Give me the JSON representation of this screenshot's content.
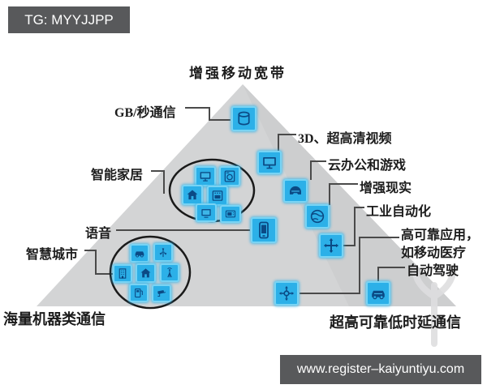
{
  "badge": {
    "text": "TG: MYYJJPP",
    "bg": "#58595b",
    "fg": "#ffffff"
  },
  "footer": {
    "url": "www.register–kaiyuntiyu.com",
    "bg": "#58595b",
    "fg": "#ffffff"
  },
  "diagram": {
    "title": "增强移动宽带",
    "corner_labels": {
      "bottom_left": "海量机器类通信",
      "bottom_right": "超高可靠低时延通信"
    },
    "callouts": {
      "gb": "GB/秒通信",
      "video_3d": "3D、超高清视频",
      "cloud_office_gaming": "云办公和游戏",
      "augmented_reality": "增强现实",
      "industrial_automation": "工业自动化",
      "high_reliability_line1": "高可靠应用，",
      "high_reliability_line2": "如移动医疗",
      "autonomous_driving": "自动驾驶",
      "smart_home": "智能家居",
      "voice": "语音",
      "smart_city": "智慧城市"
    },
    "icons": {
      "apex": "server-database",
      "video_3d": "tv-monitor",
      "cloud_office_gaming": "vr-headset",
      "augmented_reality": "globe",
      "industrial_automation": "crossroads-arrows",
      "voice": "smartphone",
      "high_reliability": "roundabout-arrows",
      "autonomous_driving": "car",
      "smart_home_group": [
        "monitor",
        "washing-machine",
        "house",
        "oven",
        "tv",
        "microwave"
      ],
      "smart_city_group": [
        "car",
        "wind-turbine",
        "office-building",
        "house",
        "antenna-tower",
        "fuel-pump",
        "cctv-camera"
      ]
    },
    "colors": {
      "triangle": "#d3d4d5",
      "triangle_shade": "#c8c9ca",
      "icon_bg": "#2cb0e8",
      "icon_glyph": "#0b4a85",
      "connector_line": "#4a4a4a",
      "circle_outline": "#1a1a1a"
    }
  }
}
